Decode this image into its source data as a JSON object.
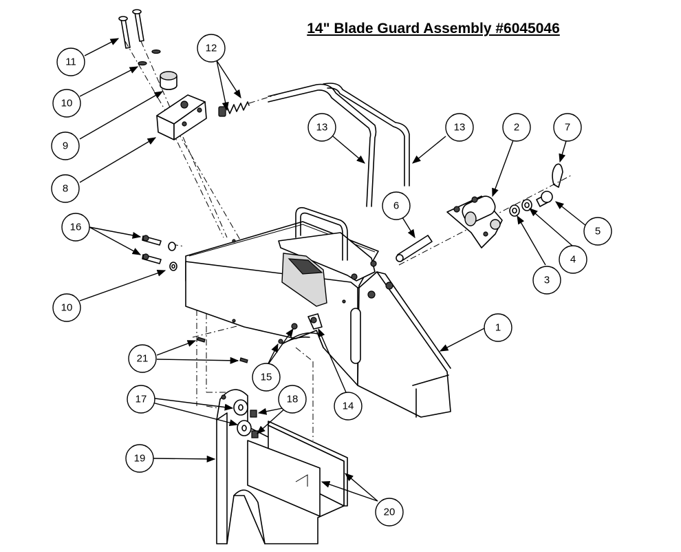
{
  "title": "14\" Blade Guard Assembly #6045046",
  "callouts": [
    "11",
    "10",
    "9",
    "8",
    "12",
    "13",
    "13",
    "2",
    "7",
    "6",
    "5",
    "4",
    "3",
    "16",
    "10",
    "1",
    "21",
    "15",
    "14",
    "17",
    "18",
    "19",
    "20"
  ]
}
